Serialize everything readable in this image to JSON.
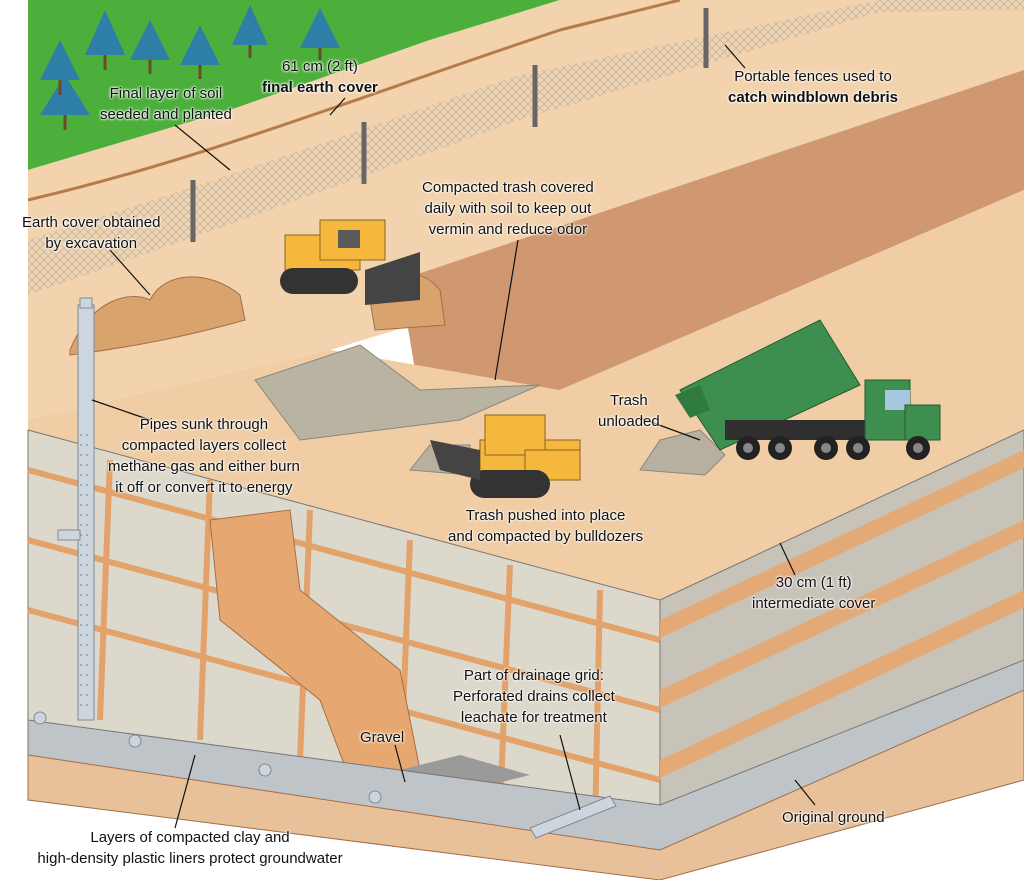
{
  "labels": {
    "final_cover_thickness": "61 cm (2 ft)",
    "final_cover_name": "final earth cover",
    "final_soil_line1": "Final layer of soil",
    "final_soil_line2": "seeded and planted",
    "fences_line1": "Portable fences used to",
    "fences_line2": "catch windblown debris",
    "compacted_line1": "Compacted trash covered",
    "compacted_line2": "daily with soil to keep out",
    "compacted_line3": "vermin and reduce odor",
    "earth_cover_line1": "Earth cover obtained",
    "earth_cover_line2": "by excavation",
    "pipes_line1": "Pipes sunk through",
    "pipes_line2": "compacted layers collect",
    "pipes_line3": "methane gas and either burn",
    "pipes_line4": "it off or convert it to energy",
    "trash_unloaded_line1": "Trash",
    "trash_unloaded_line2": "unloaded",
    "trash_pushed_line1": "Trash pushed into place",
    "trash_pushed_line2": "and compacted by bulldozers",
    "intermediate_line1": "30 cm (1 ft)",
    "intermediate_line2": "intermediate cover",
    "drainage_line1": "Part of drainage grid:",
    "drainage_line2": "Perforated drains collect",
    "drainage_line3": "leachate for treatment",
    "gravel": "Gravel",
    "original_ground": "Original ground",
    "liners_line1": "Layers of compacted clay and",
    "liners_line2": "high-density plastic liners protect groundwater"
  },
  "colors": {
    "grass": "#4caf3c",
    "soil_surface": "#f2d3ad",
    "excavated_soil": "#d9a36e",
    "dirt_stripe": "#cf9870",
    "trash_cell": "#b9b3a2",
    "bulldozer": "#f5b73c",
    "truck": "#3e8e4f"
  }
}
